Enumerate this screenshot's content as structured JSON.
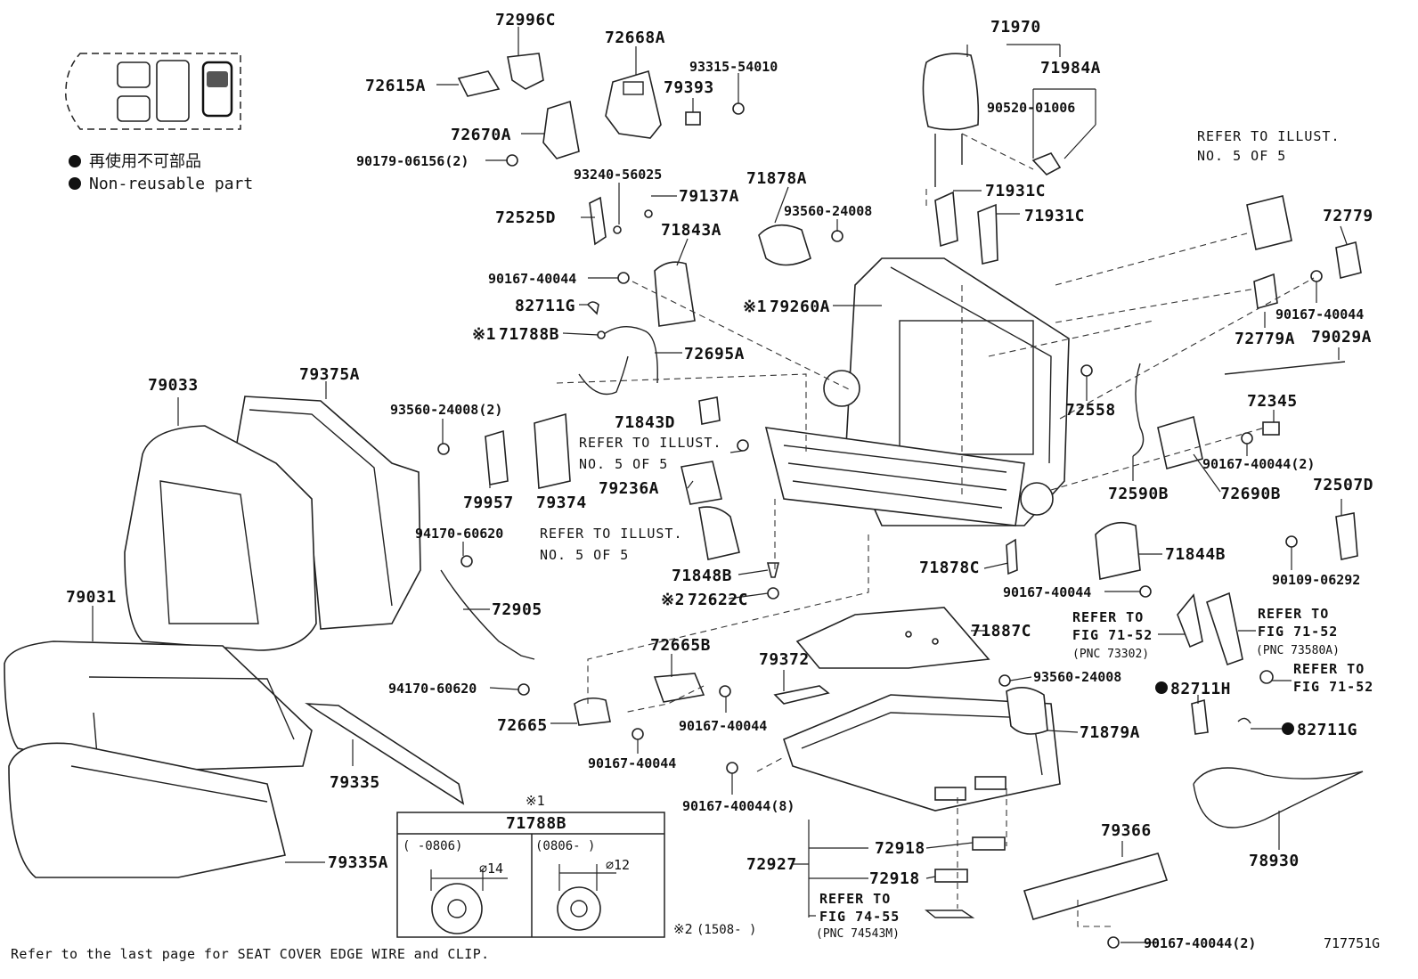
{
  "legend": {
    "jp": "再使用不可部品",
    "en": "Non-reusable part"
  },
  "labels": {
    "p72996C": "72996C",
    "p72615A": "72615A",
    "p72668A": "72668A",
    "p93315_54010": "93315-54010",
    "p79393": "79393",
    "p72670A": "72670A",
    "p90179_06156": "90179-06156(2)",
    "p93240_56025": "93240-56025",
    "p79137A": "79137A",
    "p72525D": "72525D",
    "p71878A": "71878A",
    "p93560_24008a": "93560-24008",
    "p71843A": "71843A",
    "p90167_40044a": "90167-40044",
    "p82711G_a": "82711G",
    "p71788B": "71788B",
    "p72695A": "72695A",
    "p71843D": "71843D",
    "p93560_24008_2": "93560-24008(2)",
    "p79957": "79957",
    "p79374": "79374",
    "p79236A": "79236A",
    "p94170_60620a": "94170-60620",
    "p72905": "72905",
    "p94170_60620b": "94170-60620",
    "p71848B": "71848B",
    "p72622C": "72622C",
    "p71970": "71970",
    "p71984A": "71984A",
    "p90520_01006": "90520-01006",
    "p71931C_a": "71931C",
    "p71931C_b": "71931C",
    "p79260A": "79260A",
    "p72779": "72779",
    "p90167_40044b": "90167-40044",
    "p72779A": "72779A",
    "p79029A": "79029A",
    "p72345": "72345",
    "p72558": "72558",
    "p90167_40044_2a": "90167-40044(2)",
    "p72590B": "72590B",
    "p72690B": "72690B",
    "p72507D": "72507D",
    "p90109_06292": "90109-06292",
    "p71844B": "71844B",
    "p71878C": "71878C",
    "p90167_40044c": "90167-40044",
    "p71887C": "71887C",
    "p93560_24008b": "93560-24008",
    "p71879A": "71879A",
    "p82711H": "82711H",
    "p82711G_b": "82711G",
    "p78930": "78930",
    "p79033": "79033",
    "p79375A": "79375A",
    "p79031": "79031",
    "p79335": "79335",
    "p79335A": "79335A",
    "p72665B": "72665B",
    "p72665": "72665",
    "p90167_40044d": "90167-40044",
    "p90167_40044e": "90167-40044",
    "p79372": "79372",
    "p90167_40044_8": "90167-40044(8)",
    "p72927": "72927",
    "p72918a": "72918",
    "p72918b": "72918",
    "p79366": "79366",
    "p90167_40044_2b": "90167-40044(2)",
    "fig_id": "717751G"
  },
  "refs": {
    "illust1_l1": "REFER TO ILLUST.",
    "illust1_l2": "NO. 5 OF 5",
    "illust2_l1": "REFER TO ILLUST.",
    "illust2_l2": "NO. 5 OF 5",
    "illust3_l1": "REFER TO ILLUST.",
    "illust3_l2": "NO. 5 OF 5",
    "fig7152a_l1": "REFER TO",
    "fig7152a_l2": "FIG 71-52",
    "fig7152a_pnc": "(PNC 73302)",
    "fig7152b_l1": "REFER TO",
    "fig7152b_l2": "FIG 71-52",
    "fig7152b_pnc": "(PNC 73580A)",
    "fig7152c_l1": "REFER TO",
    "fig7152c_l2": "FIG 71-52",
    "fig7455_l1": "REFER TO",
    "fig7455_l2": "FIG 74-55",
    "fig7455_pnc": "(PNC 74543M)"
  },
  "marks": {
    "note1": "※1",
    "note1b": "※1",
    "note2": "※2",
    "note2b": "※2",
    "note1_box": "※1"
  },
  "inset": {
    "title": "71788B",
    "col1_range": "(    -0806)",
    "col2_range": "(0806-      )",
    "col1_dia": "⌀14",
    "col2_dia": "⌀12"
  },
  "note2_text": "(1508-       )",
  "footer": "Refer to the last page for SEAT COVER EDGE WIRE and CLIP."
}
